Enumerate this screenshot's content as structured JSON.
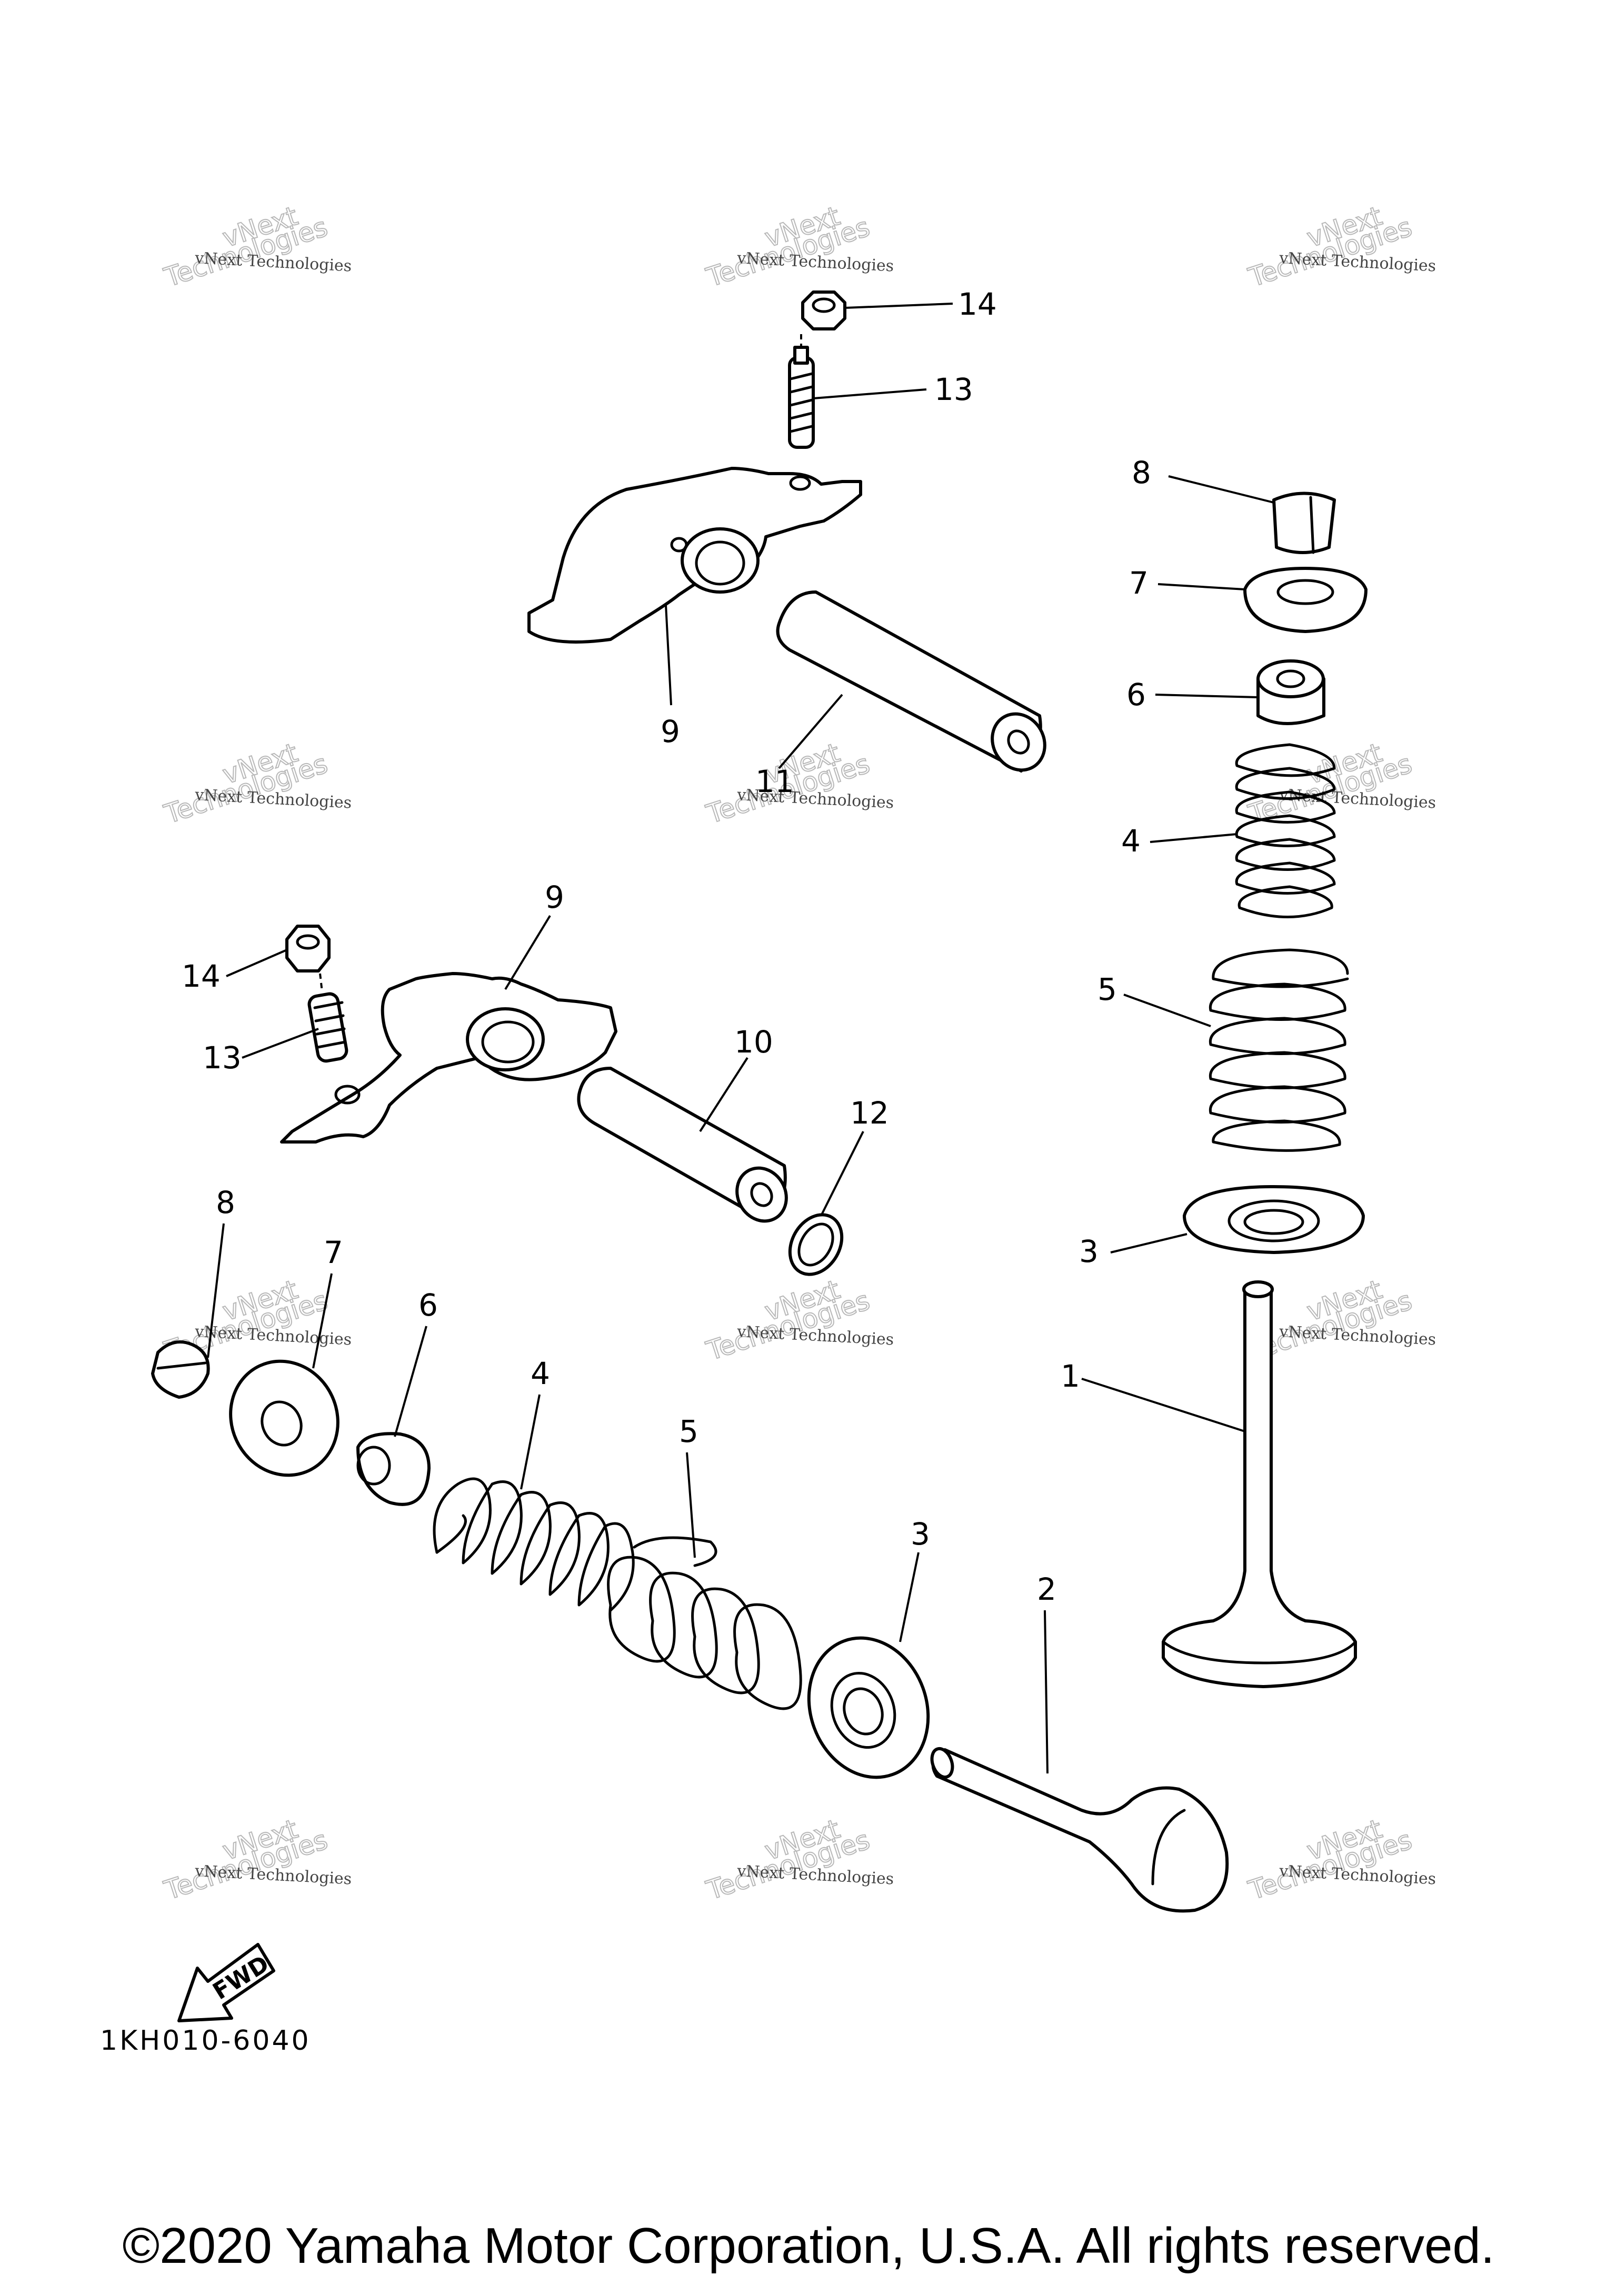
{
  "watermark": {
    "line1": "vNext Technologies",
    "line2": "vNext",
    "line3": "Technologies"
  },
  "callouts": {
    "c14_top": "14",
    "c13_top": "13",
    "c9_top": "9",
    "c11": "11",
    "c8_right": "8",
    "c7_right": "7",
    "c6_right": "6",
    "c4_right": "4",
    "c5_right": "5",
    "c3_right": "3",
    "c1": "1",
    "c9_mid": "9",
    "c14_mid": "14",
    "c13_mid": "13",
    "c10": "10",
    "c12": "12",
    "c8_bot": "8",
    "c7_bot": "7",
    "c6_bot": "6",
    "c4_bot": "4",
    "c5_bot": "5",
    "c3_bot": "3",
    "c2": "2"
  },
  "fwd_label": "FWD",
  "diagram_code": "1KH010-6040",
  "copyright": "©2020 Yamaha Motor Corporation, U.S.A. All rights reserved."
}
